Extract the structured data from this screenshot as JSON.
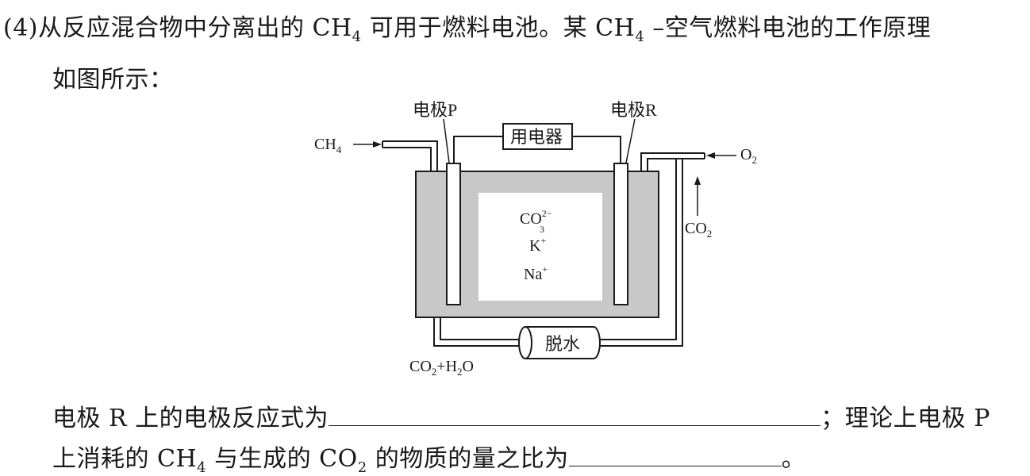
{
  "question": {
    "line1_prefix": "(4)从反应混合物中分离出的 CH",
    "line1_sub": "4",
    "line1_mid": " 可用于燃料电池。某 CH",
    "line1_sub2": "4",
    "line1_suffix": " –空气燃料电池的工作原理",
    "line2": "如图所示：",
    "q1_prefix": "电极 R 上的电极反应式为",
    "q1_suffix": "；理论上电极 P",
    "q2_a": "上消耗的 CH",
    "q2_sub1": "4",
    "q2_b": " 与生成的 CO",
    "q2_sub2": "2",
    "q2_c": " 的物质的量之比为",
    "q2_end": "。"
  },
  "diagram": {
    "electrode_p": "电极P",
    "electrode_r": "电极R",
    "load": "用电器",
    "ch4": "CH",
    "ch4_sub": "4",
    "o2": "O",
    "o2_sub": "2",
    "co2_side": "CO",
    "co2_side_sub": "2",
    "ion1": "CO",
    "ion1_sub": "3",
    "ion1_sup": "2−",
    "ion2": "K",
    "ion2_sup": "+",
    "ion3": "Na",
    "ion3_sup": "+",
    "dehydrate": "脱水",
    "exhaust_a": "CO",
    "exhaust_a_sub": "2",
    "exhaust_plus": "+H",
    "exhaust_b_sub": "2",
    "exhaust_o": "O"
  }
}
